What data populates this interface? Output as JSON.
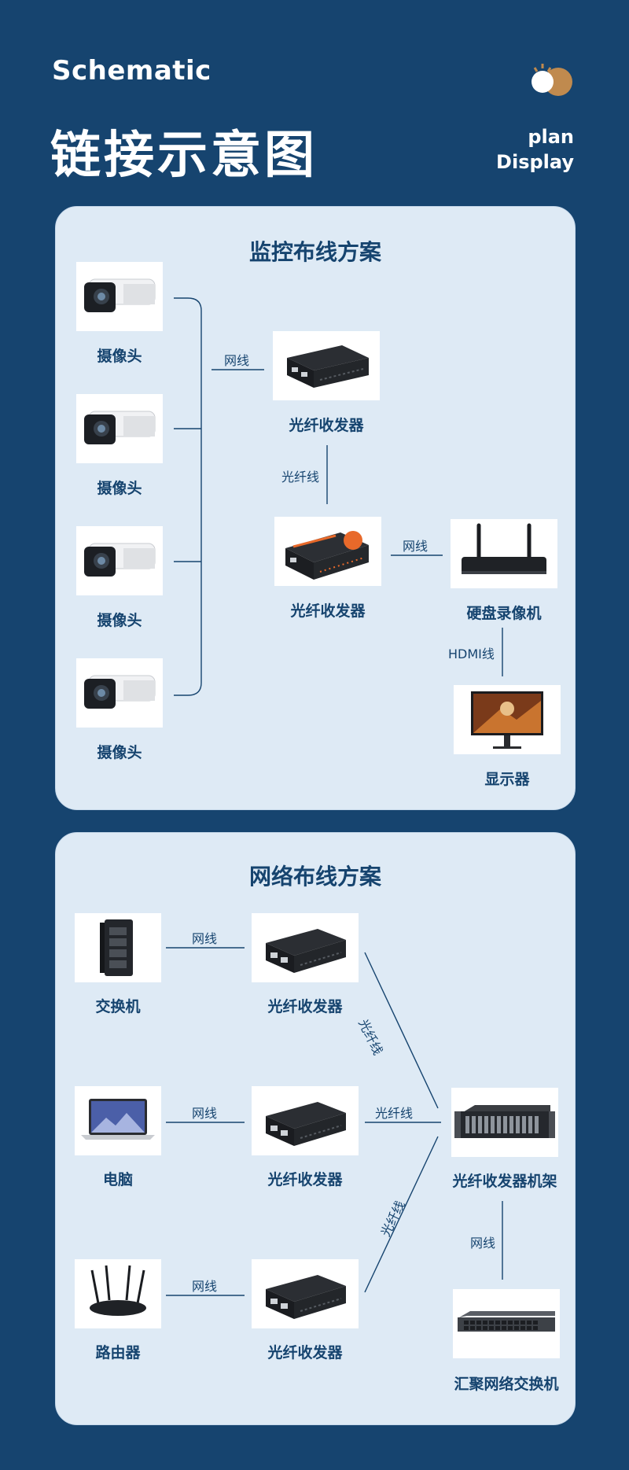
{
  "header": {
    "schematic": "Schematic",
    "title_cn": "链接示意图",
    "plan_line1": "plan",
    "plan_line2": "Display"
  },
  "colors": {
    "background": "#16446f",
    "panel": "#deeaf5",
    "text": "#16446f",
    "accent_gold": "#c08a4e"
  },
  "monitoring": {
    "title": "监控布线方案",
    "camera_label": "摄像头",
    "cameras": [
      "摄像头",
      "摄像头",
      "摄像头",
      "摄像头"
    ],
    "transceiver_top": "光纤收发器",
    "transceiver_bottom": "光纤收发器",
    "nvr": "硬盘录像机",
    "monitor": "显示器",
    "edge_network": "网线",
    "edge_fiber": "光纤线",
    "edge_network2": "网线",
    "edge_hdmi": "HDMI线"
  },
  "network": {
    "title": "网络布线方案",
    "switch": "交换机",
    "pc": "电脑",
    "router": "路由器",
    "transceiver_1": "光纤收发器",
    "transceiver_2": "光纤收发器",
    "transceiver_3": "光纤收发器",
    "rack": "光纤收发器机架",
    "core_switch": "汇聚网络交换机",
    "edge_net_1": "网线",
    "edge_net_2": "网线",
    "edge_net_3": "网线",
    "edge_fiber_1": "光纤线",
    "edge_fiber_2": "光纤线",
    "edge_fiber_3": "光纤线",
    "edge_net_rack": "网线"
  }
}
